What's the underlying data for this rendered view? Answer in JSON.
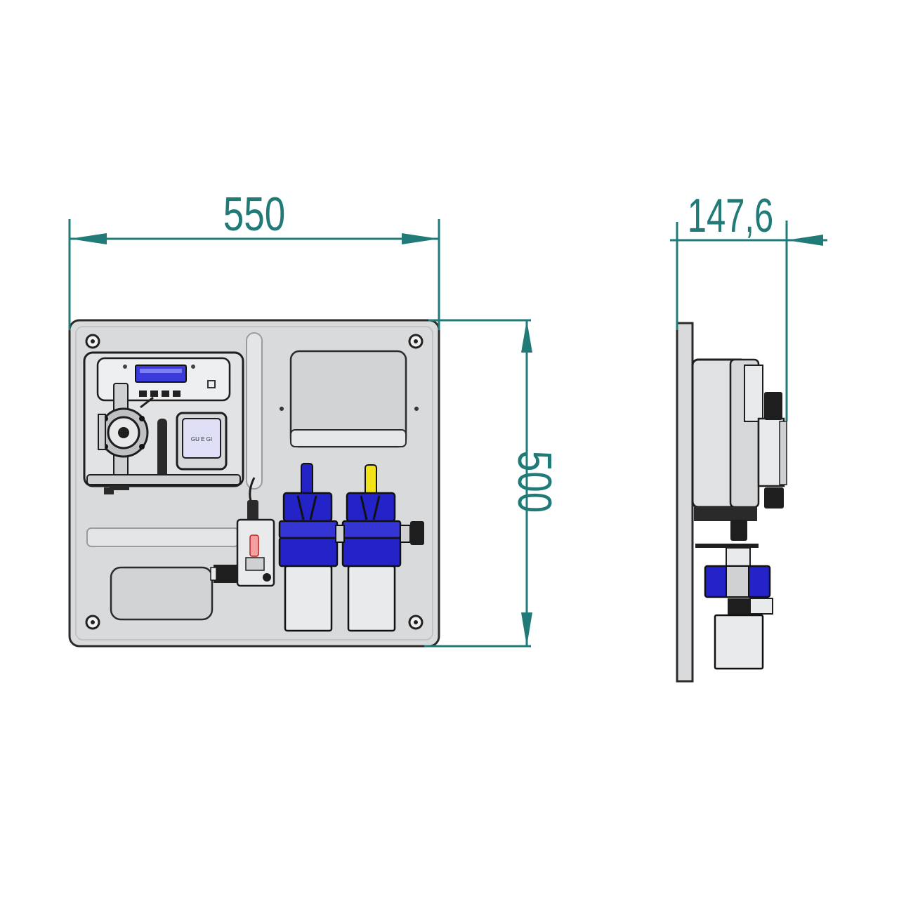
{
  "colors": {
    "dimension": "#1f7a78",
    "panel_fill": "#d9dadc",
    "panel_stroke": "#2b2b2b",
    "accent_blue": "#2323c8",
    "accent_yellow": "#f2e21a",
    "display_blue": "#3b3bdc",
    "probe_glass": "#e9eaec"
  },
  "dimensions": {
    "width": "550",
    "height": "500",
    "depth": "147,6"
  },
  "controller": {
    "display_label": "GU E GI"
  }
}
